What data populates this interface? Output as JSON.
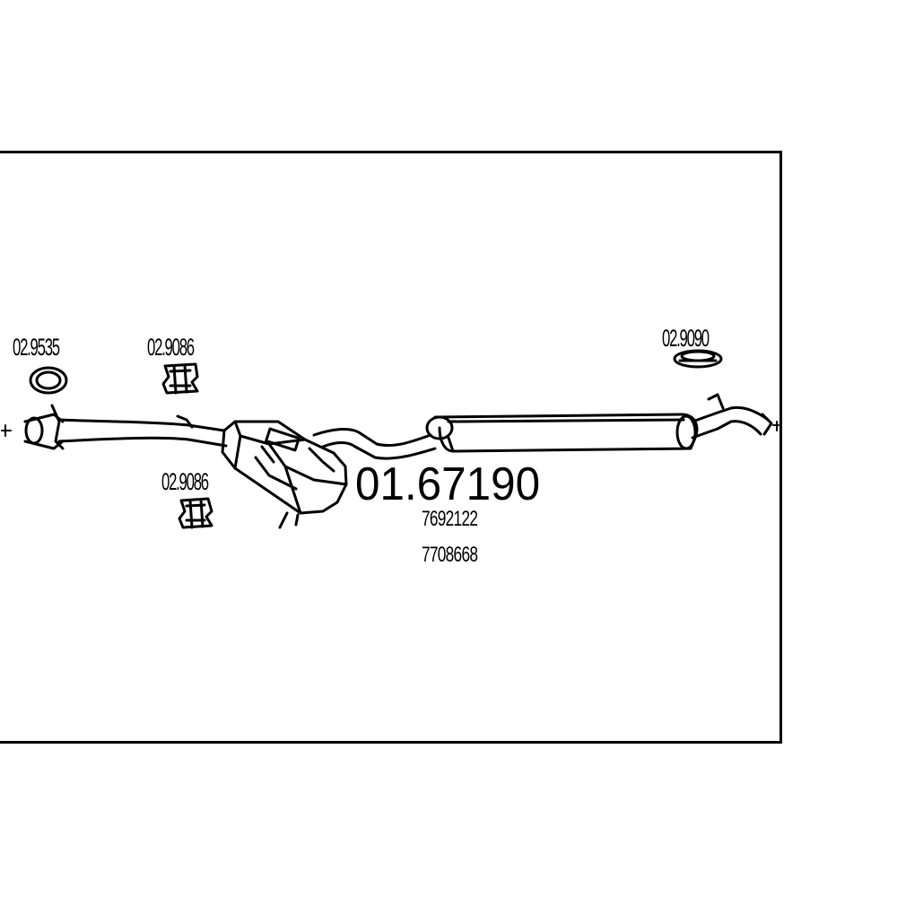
{
  "diagram": {
    "main_part_number": "01.67190",
    "oe_numbers": [
      "7692122",
      "7708668"
    ],
    "accessories": [
      {
        "part_number": "02.9535",
        "kind": "gasket-ring"
      },
      {
        "part_number": "02.9086",
        "kind": "rubber-mount"
      },
      {
        "part_number": "02.9086",
        "kind": "rubber-mount"
      },
      {
        "part_number": "02.9090",
        "kind": "rubber-mount"
      }
    ],
    "colors": {
      "line": "#000000",
      "background": "#ffffff"
    }
  }
}
